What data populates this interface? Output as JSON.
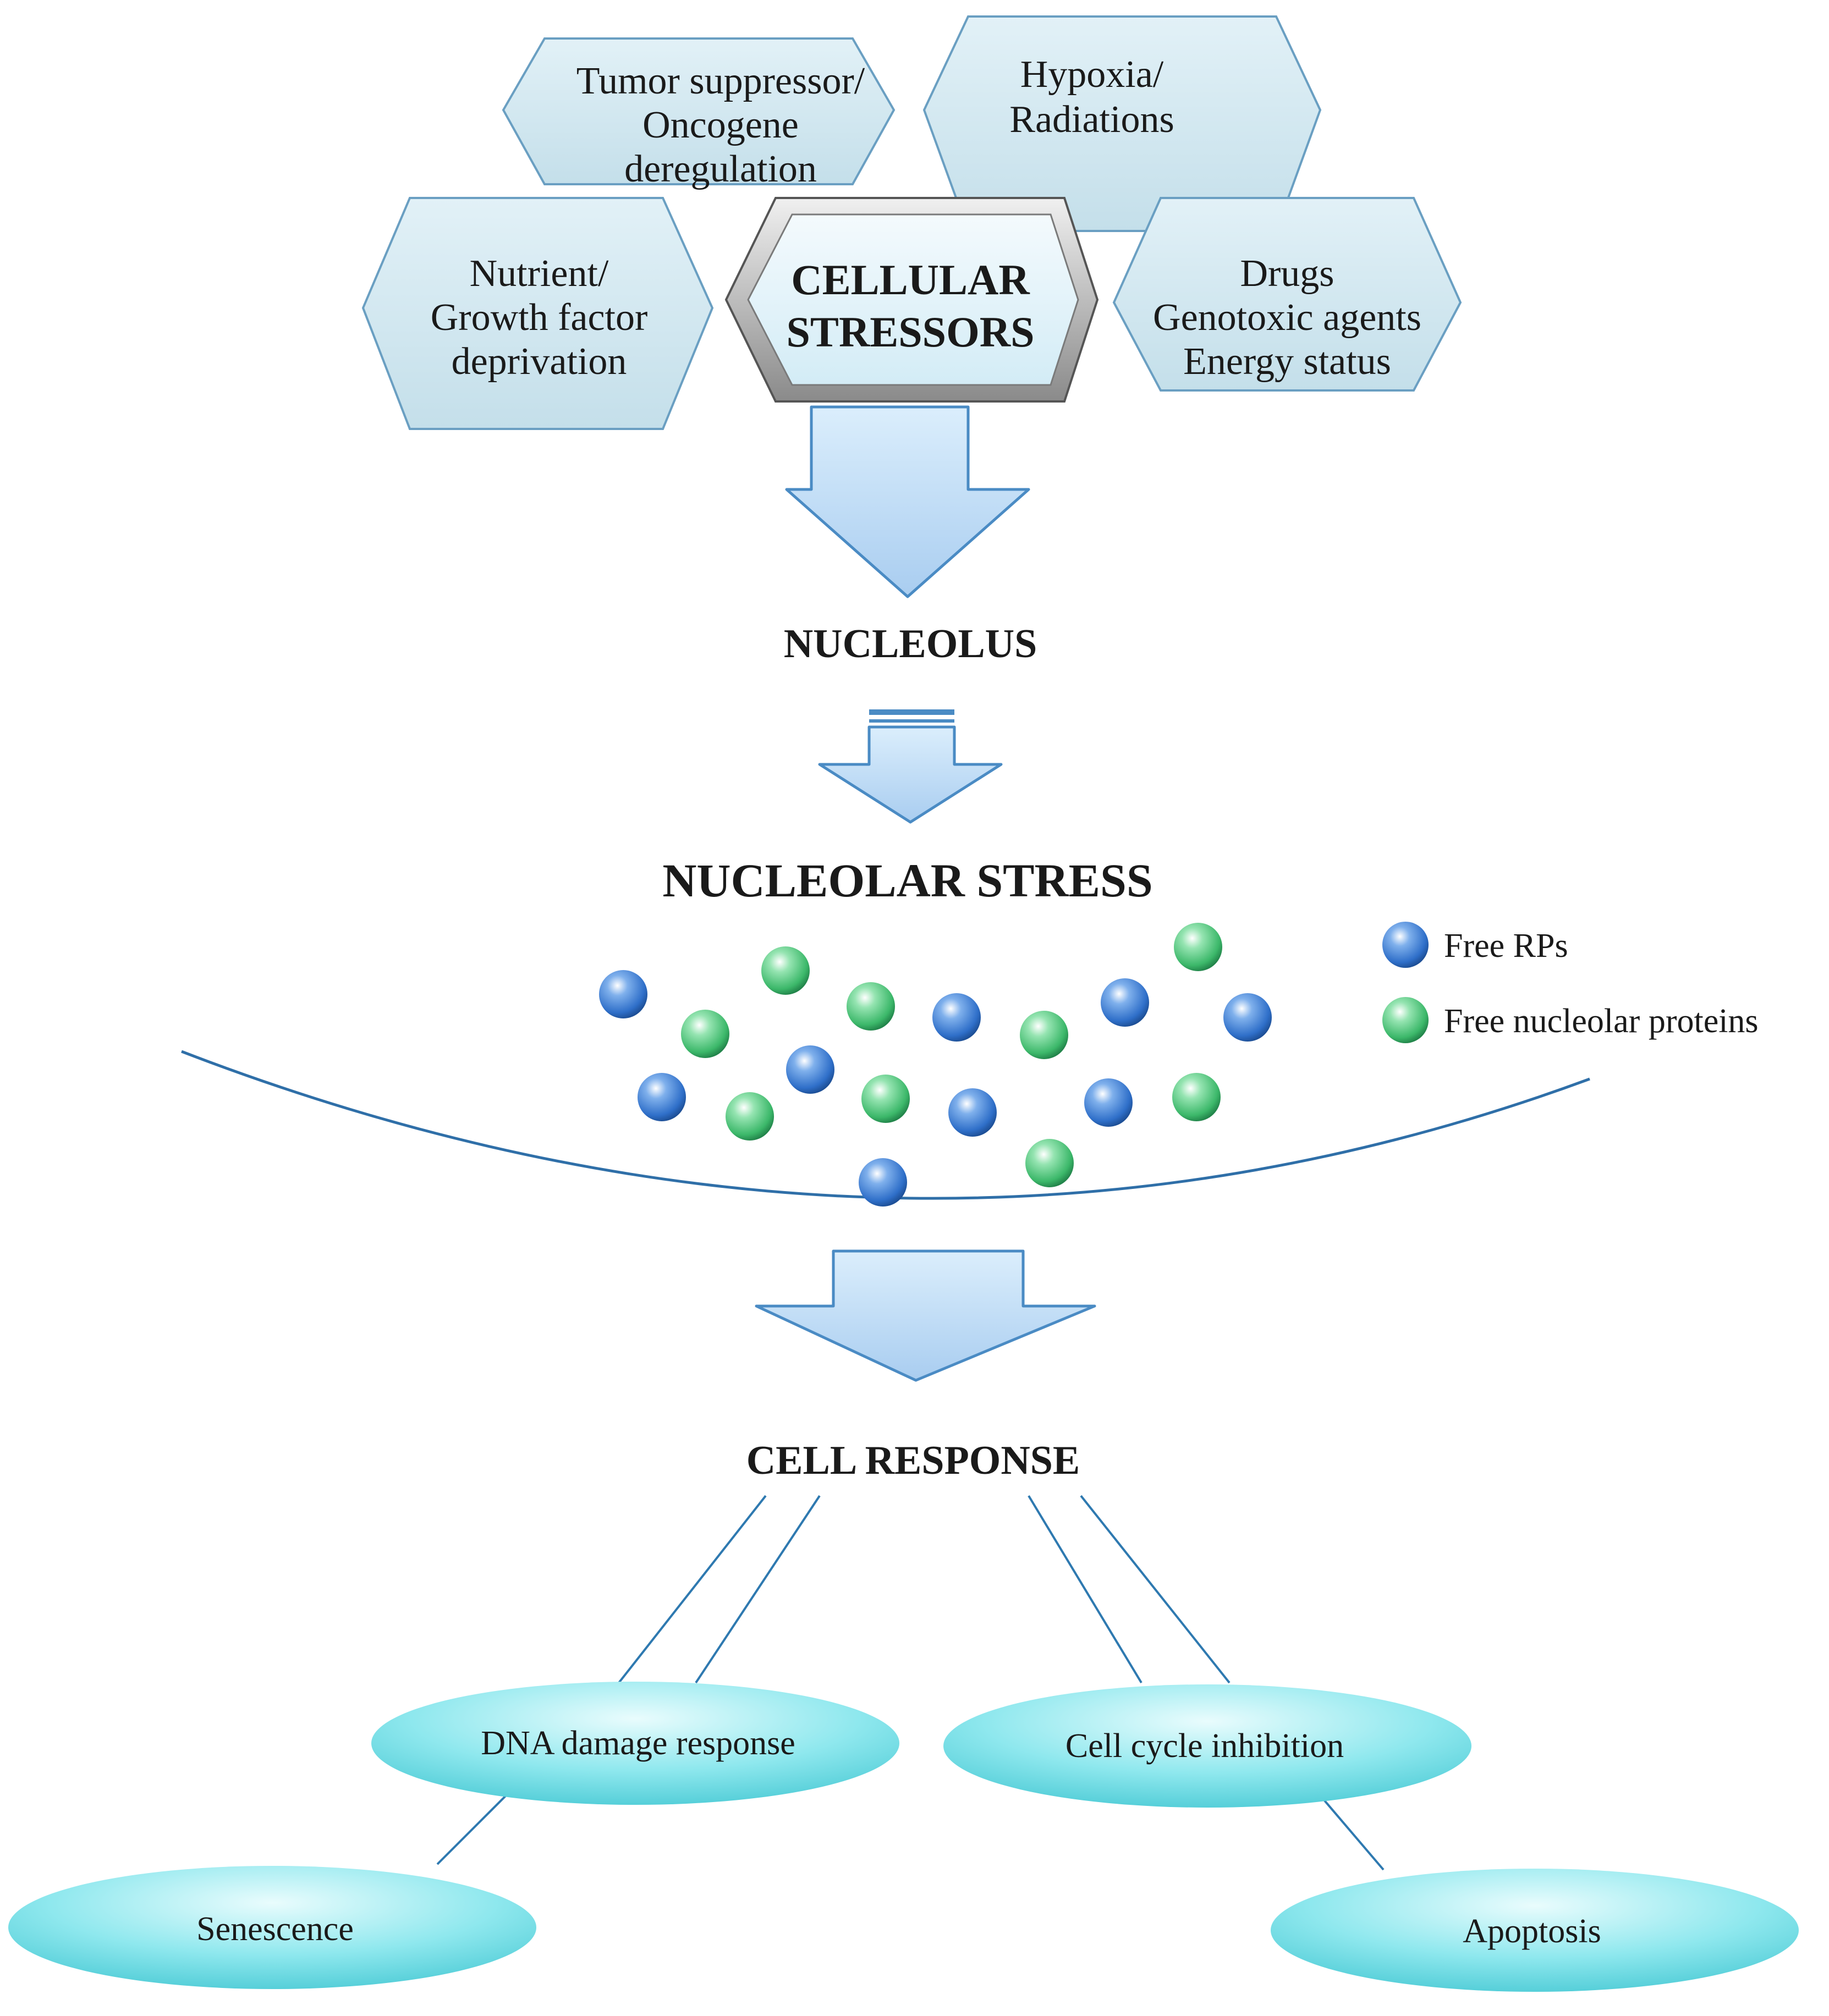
{
  "stressors": {
    "center": [
      "CELLULAR",
      "STRESSORS"
    ],
    "tumor": [
      "Tumor suppressor/",
      "Oncogene",
      "deregulation"
    ],
    "hypoxia": [
      "Hypoxia/",
      "Radiations"
    ],
    "nutrient": [
      "Nutrient/",
      "Growth factor",
      "deprivation"
    ],
    "drugs": [
      "Drugs",
      "Genotoxic agents",
      "Energy status"
    ]
  },
  "nucleolus_label": "NUCLEOLUS",
  "nucleolar_stress_label": "NUCLEOLAR STRESS",
  "legend": {
    "free_rps": "Free RPs",
    "free_nucleolar": "Free nucleolar proteins"
  },
  "cell_response_label": "CELL RESPONSE",
  "outcomes": {
    "dna_damage": "DNA damage response",
    "cell_cycle": "Cell cycle inhibition",
    "senescence": "Senescence",
    "apoptosis": "Apoptosis"
  },
  "colors": {
    "hex_fill": "#cfe6ef",
    "hex_stroke": "#6a9fc2",
    "arrow_fill": "#bcd9f3",
    "arrow_stroke": "#4a8bc4",
    "curve": "#2f6fa8",
    "blue_ball": "#2f6fc9",
    "green_ball": "#3cb86a",
    "oval_fill": "#8fe8ee",
    "line": "#2e79b0"
  }
}
